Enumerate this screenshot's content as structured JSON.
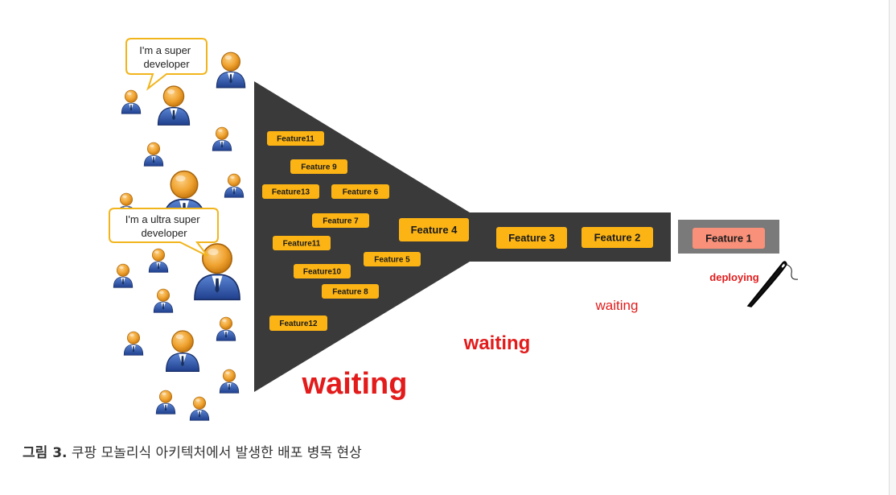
{
  "bubbles": {
    "super": "I'm a super developer",
    "ultra": "I'm a ultra super developer"
  },
  "funnel_features": [
    "Feature11",
    "Feature 9",
    "Feature13",
    "Feature 6",
    "Feature 7",
    "Feature11",
    "Feature 5",
    "Feature10",
    "Feature 8",
    "Feature12"
  ],
  "feature_4": "Feature 4",
  "pipe_features": [
    "Feature 3",
    "Feature 2"
  ],
  "deploy_feature": "Feature 1",
  "deploying_label": "deploying",
  "waiting_labels": [
    "waiting",
    "waiting",
    "waiting"
  ],
  "caption": {
    "prefix": "그림 3.",
    "text": " 쿠팡 모놀리식 아키텍처에서 발생한 배포 병목 현상"
  },
  "colors": {
    "feature": "#fcb415",
    "deploy": "#f99079",
    "funnel": "#3a3a3a",
    "waiting": "#e31b1b",
    "bubble_border": "#f1b51c"
  },
  "icons": [
    "developer-icon",
    "needle-icon"
  ]
}
